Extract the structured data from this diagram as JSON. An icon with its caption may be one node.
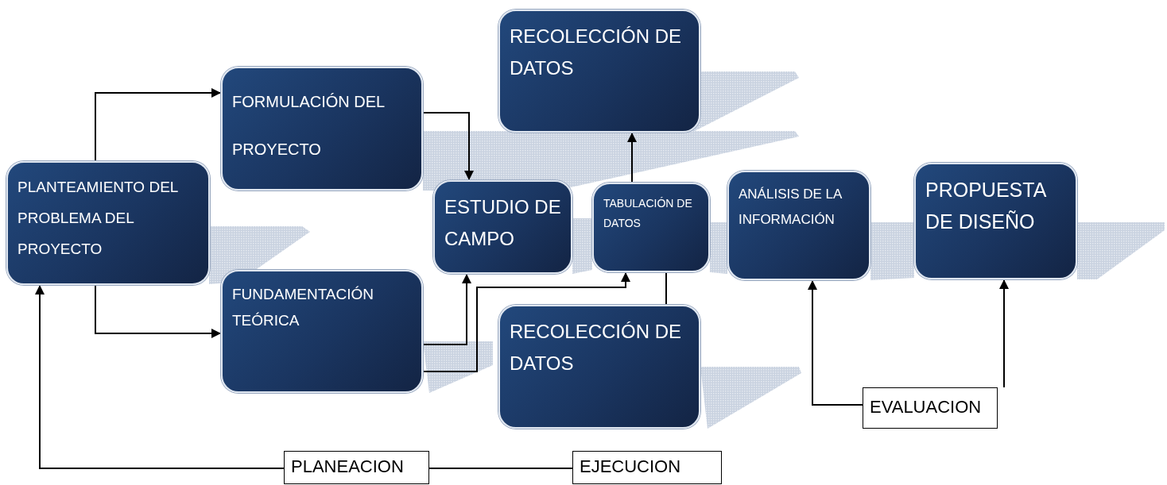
{
  "diagram": {
    "nodes": [
      {
        "text": [
          "PLANTEAMIENTO DEL PROBLEMA DEL PROYECTO"
        ]
      },
      {
        "text": [
          "FORMULACIÓN DEL PROYECTO"
        ]
      },
      {
        "text": [
          "RECOLECCIÓN DE DATOS"
        ]
      },
      {
        "text": [
          "ESTUDIO DE CAMPO"
        ]
      },
      {
        "text": [
          "TABULACIÓN DE DATOS"
        ]
      },
      {
        "text": [
          "ANÁLISIS DE LA INFORMACIÓN"
        ]
      },
      {
        "text": [
          "PROPUESTA DE DISEÑO"
        ]
      },
      {
        "text": [
          "FUNDAMENTACIÓN TEÓRICA"
        ]
      },
      {
        "text": [
          "RECOLECCIÓN DE DATOS"
        ]
      },
      {
        "text": [
          "EVALUACION"
        ]
      },
      {
        "text": [
          "PLANEACION"
        ]
      },
      {
        "text": [
          "EJECUCION"
        ]
      }
    ],
    "edges": [
      {
        "from": 0,
        "to": 1,
        "arrow": "to"
      },
      {
        "from": 0,
        "to": 7,
        "arrow": "to"
      },
      {
        "from": 1,
        "to": 3,
        "arrow": "to"
      },
      {
        "from": 7,
        "to": 3,
        "arrow": "to"
      },
      {
        "from": 7,
        "to": 4,
        "arrow": "to"
      },
      {
        "from": 4,
        "to": 2,
        "arrow": "to"
      },
      {
        "from": 8,
        "to": 4,
        "arrow": "none"
      },
      {
        "from": 9,
        "to": 5,
        "arrow": "to"
      },
      {
        "from": 9,
        "to": 6,
        "arrow": "to"
      },
      {
        "from": 10,
        "to": 0,
        "arrow": "to"
      },
      {
        "from": 10,
        "to": 11,
        "arrow": "none"
      }
    ]
  }
}
